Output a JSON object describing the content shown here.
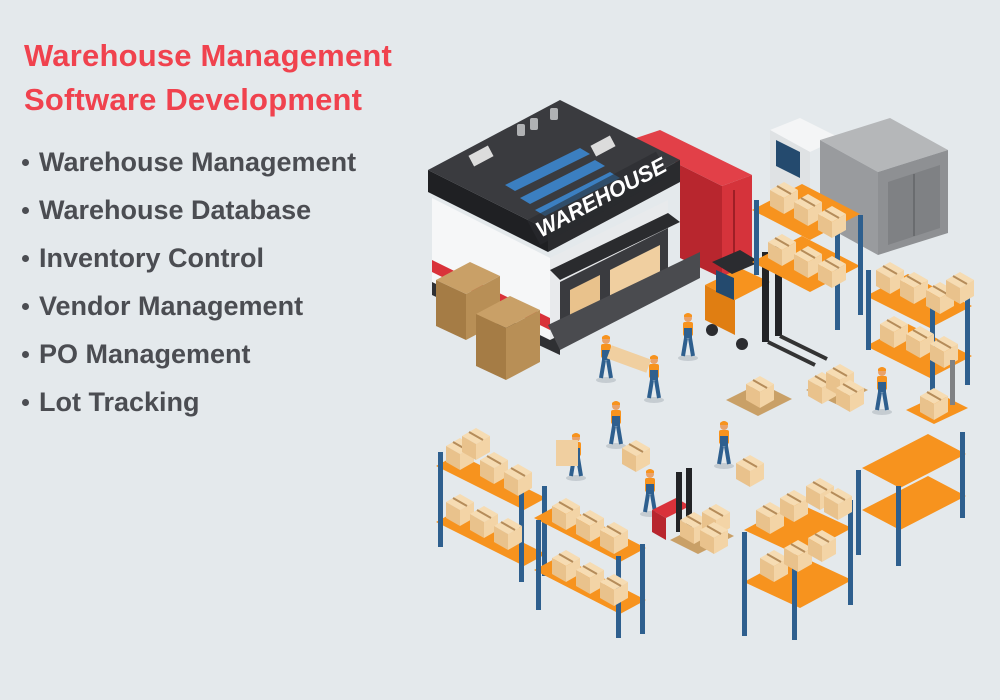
{
  "header": {
    "title_line1": "Warehouse Management",
    "title_line2": "Software Development",
    "title_color": "#f0424e"
  },
  "features": {
    "items": [
      {
        "label": "Warehouse Management"
      },
      {
        "label": "Warehouse Database"
      },
      {
        "label": "Inventory Control"
      },
      {
        "label": "Vendor Management"
      },
      {
        "label": "PO Management"
      },
      {
        "label": "Lot Tracking"
      }
    ],
    "text_color": "#4b4d52",
    "bullet": "•"
  },
  "illustration": {
    "building_sign": "WAREHOUSE",
    "colors": {
      "background": "#e4e9ec",
      "roof": "#3a3b3f",
      "container": "#d9323a",
      "shelf_orange": "#f7931e",
      "rack_blue": "#2e5f8e",
      "box": "#f0cfa0",
      "truck_gray": "#a9abad"
    }
  }
}
